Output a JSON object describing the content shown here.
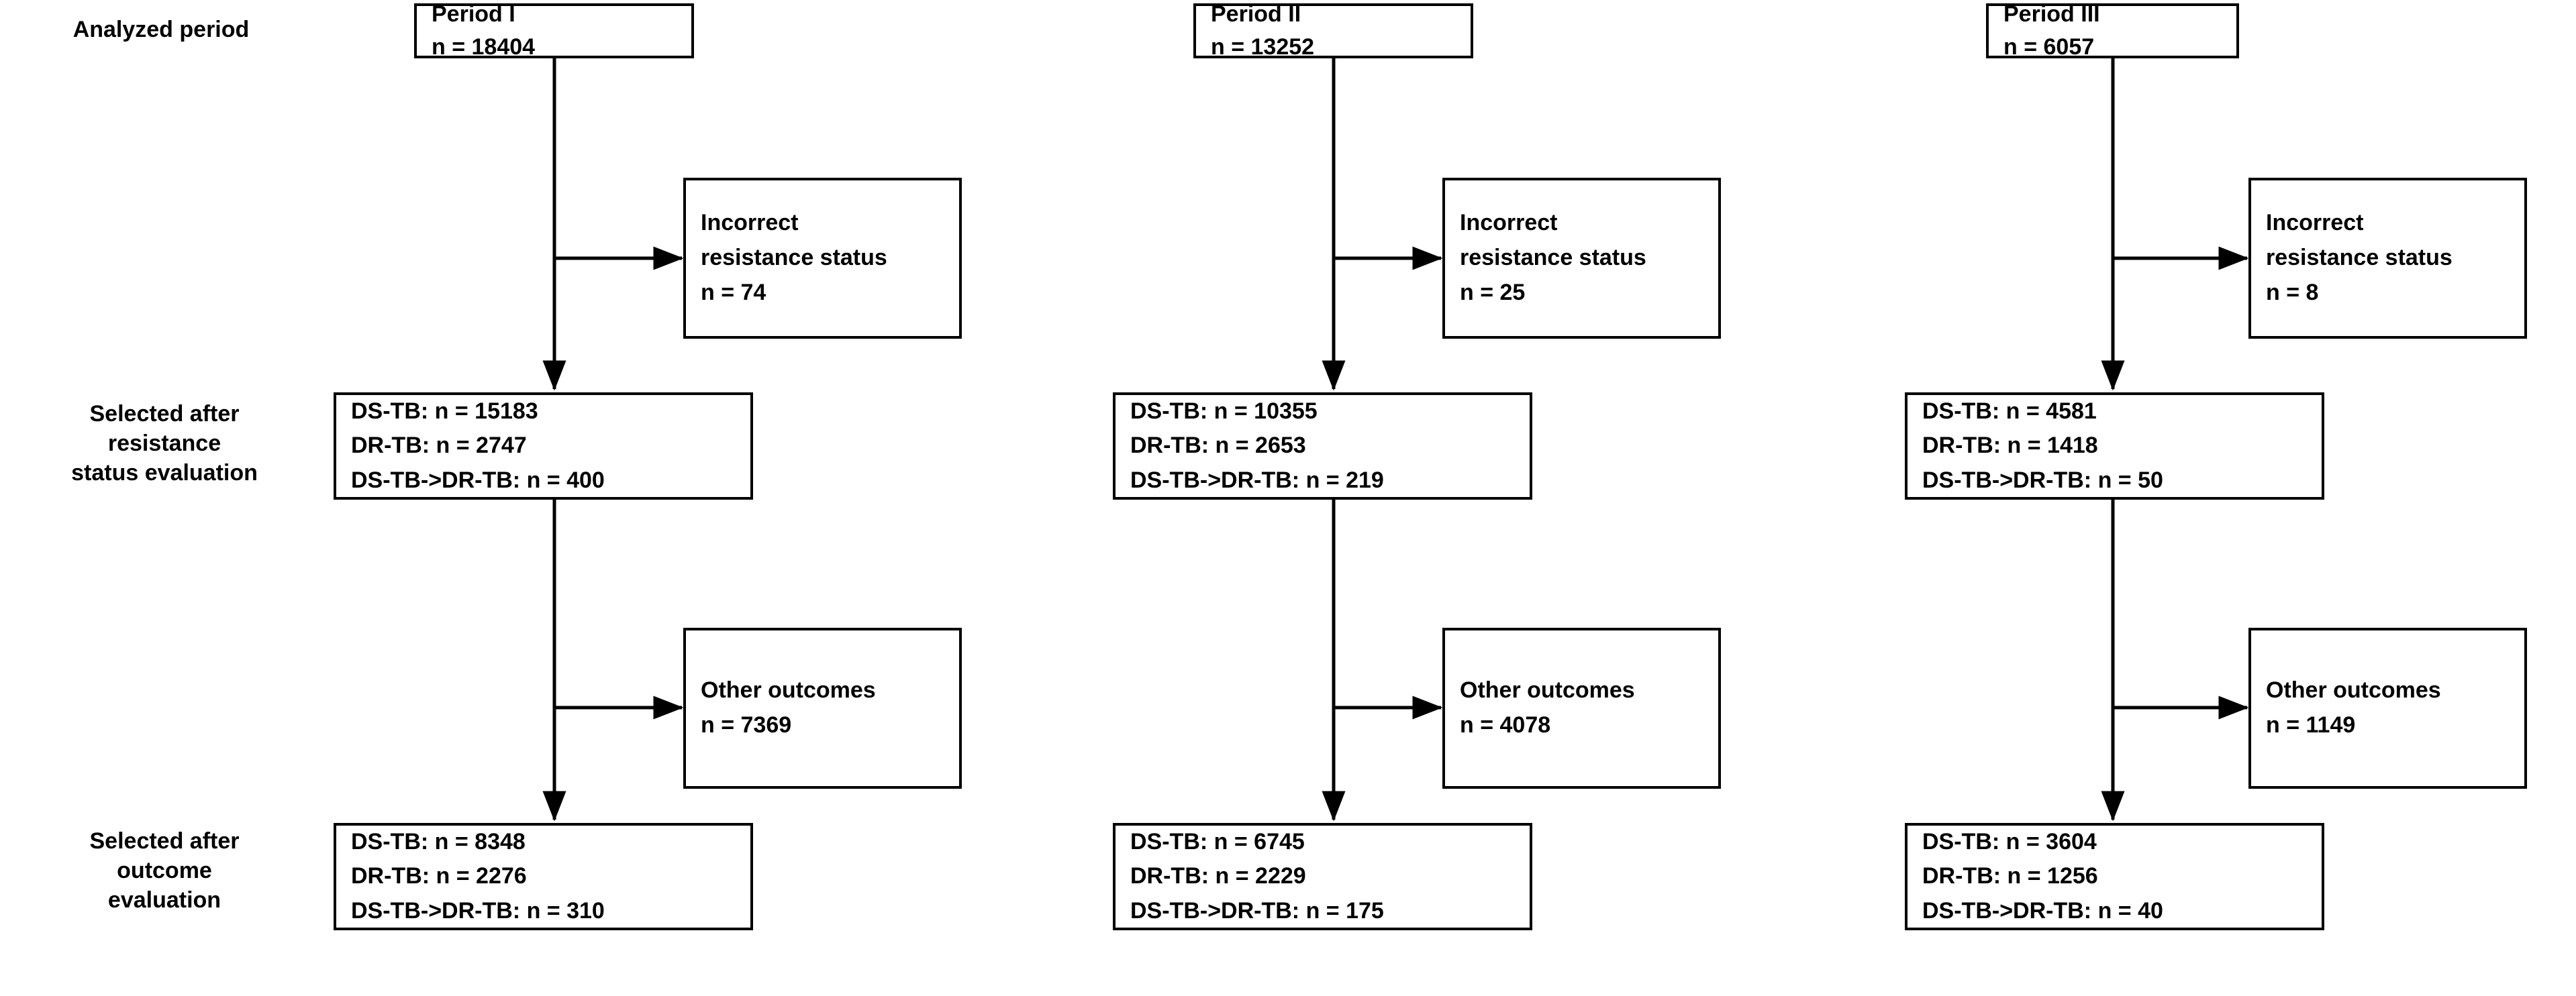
{
  "figure": {
    "type": "flowchart",
    "orientation": "three-column-study-flow",
    "line_color": "#000000",
    "box_border_color": "#000000",
    "background_color": "#ffffff"
  },
  "row_labels": [
    {
      "id": "analyzed-period",
      "text": "Analyzed period"
    },
    {
      "id": "selected-after-resistance",
      "text": "Selected after\nresistance\nstatus evaluation"
    },
    {
      "id": "selected-after-outcome",
      "text": "Selected after\noutcome\nevaluation"
    }
  ],
  "columns": [
    {
      "id": "period-1",
      "period": {
        "title": "Period I",
        "count": "n = 18404"
      },
      "excluded_resistance": {
        "title": "Incorrect",
        "subtitle": "resistance status",
        "count": "n = 74"
      },
      "resistance_selected": {
        "lines": [
          "DS-TB: n = 15183",
          "DR-TB: n = 2747",
          "DS-TB->DR-TB: n = 400"
        ]
      },
      "excluded_outcome": {
        "title": "Other outcomes",
        "count": "n = 7369"
      },
      "outcome_selected": {
        "lines": [
          "DS-TB: n = 8348",
          "DR-TB: n = 2276",
          "DS-TB->DR-TB: n = 310"
        ]
      }
    },
    {
      "id": "period-2",
      "period": {
        "title": "Period II",
        "count": "n = 13252"
      },
      "excluded_resistance": {
        "title": "Incorrect",
        "subtitle": "resistance status",
        "count": "n = 25"
      },
      "resistance_selected": {
        "lines": [
          "DS-TB: n = 10355",
          "DR-TB: n = 2653",
          "DS-TB->DR-TB: n = 219"
        ]
      },
      "excluded_outcome": {
        "title": "Other outcomes",
        "count": "n = 4078"
      },
      "outcome_selected": {
        "lines": [
          "DS-TB: n = 6745",
          "DR-TB: n = 2229",
          "DS-TB->DR-TB: n = 175"
        ]
      }
    },
    {
      "id": "period-3",
      "period": {
        "title": "Period III",
        "count": "n = 6057"
      },
      "excluded_resistance": {
        "title": "Incorrect",
        "subtitle": "resistance status",
        "count": "n = 8"
      },
      "resistance_selected": {
        "lines": [
          "DS-TB: n = 4581",
          "DR-TB: n = 1418",
          "DS-TB->DR-TB: n = 50"
        ]
      },
      "excluded_outcome": {
        "title": "Other outcomes",
        "count": "n = 1149"
      },
      "outcome_selected": {
        "lines": [
          "DS-TB: n = 3604",
          "DR-TB: n = 1256",
          "DS-TB->DR-TB: n = 40"
        ]
      }
    }
  ]
}
